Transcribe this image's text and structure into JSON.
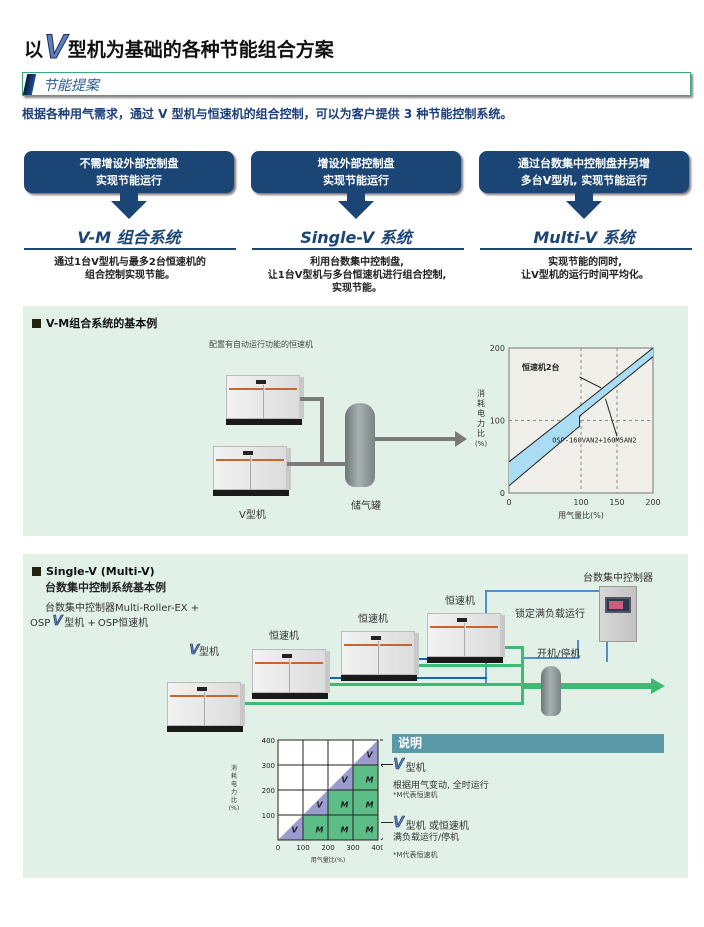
{
  "header": {
    "title_prefix": "以",
    "title_v": "V",
    "title_suffix": "型机为基础的各种节能组合方案",
    "section_label": "节能提案",
    "intro": "根据各种用气需求，通过 V 型机与恒速机的组合控制，可以为客户提供 3 种节能控制系统。"
  },
  "systems": [
    {
      "box_line1": "不需增设外部控制盘",
      "box_line2": "实现节能运行",
      "title": "V-M 组合系统",
      "desc_line1": "通过1台V型机与最多2台恒速机的",
      "desc_line2": "组合控制实现节能。",
      "desc_line3": ""
    },
    {
      "box_line1": "增设外部控制盘",
      "box_line2": "实现节能运行",
      "title": "Single-V 系统",
      "desc_line1": "利用台数集中控制盘,",
      "desc_line2": "让1台V型机与多台恒速机进行组合控制,",
      "desc_line3": "实现节能。"
    },
    {
      "box_line1": "通过台数集中控制盘并另增",
      "box_line2": "多台V型机, 实现节能运行",
      "title": "Multi-V 系统",
      "desc_line1": "实现节能的同时,",
      "desc_line2": "让V型机的运行时间平均化。",
      "desc_line3": ""
    }
  ],
  "vm_panel": {
    "heading": "V-M组合系统的基本例",
    "fixed_speed_note": "配置有自动运行功能的恒速机",
    "v_machine_label": "V型机",
    "tank_label": "储气罐"
  },
  "sv_panel": {
    "heading_line1": "Single-V (Multi-V)",
    "heading_line2": "台数集中控制系统基本例",
    "desc_line1": "台数集中控制器Multi-Roller-EX +",
    "desc_osp1": "OSP",
    "desc_v": "V",
    "desc_mid": "型机 +",
    "desc_osp2": "OSP恒速机",
    "v_machine_v": "V",
    "v_machine_label": "型机",
    "fixed_speed_labels": [
      "恒速机",
      "恒速机",
      "恒速机"
    ],
    "controller_label": "台数集中控制器",
    "lock_label": "锁定满负载运行",
    "start_stop_label": "开机/停机"
  },
  "legend": {
    "title": "说明",
    "item1_v": "V",
    "item1_label": "型机",
    "item1_desc": "根据用气变动, 全时运行",
    "item1_note": "*M代表恒速机",
    "item2_v": "V",
    "item2_label": "型机 或恒速机",
    "item2_desc": "满负载运行/停机",
    "item2_note": "*M代表恒速机"
  },
  "chart_data": [
    {
      "type": "area",
      "title": "",
      "xlabel": "用气量比(%)",
      "ylabel": "消耗电力比(%)",
      "xlim": [
        0,
        200
      ],
      "ylim": [
        0,
        200
      ],
      "xticks": [
        "0",
        "100",
        "150",
        "200"
      ],
      "yticks": [
        "0",
        "100",
        "200"
      ],
      "grid": "dashed at x=100,150 and y=100",
      "series": [
        {
          "name": "恒速机2台",
          "x": [
            0,
            100,
            200
          ],
          "y": [
            43,
            121,
            200
          ]
        },
        {
          "name": "OSP-160VAN2+160M5AN2",
          "x": [
            0,
            98,
            98,
            200
          ],
          "y": [
            10,
            92,
            106,
            188
          ]
        }
      ],
      "fill_color": "#aadcf4",
      "annotations": [
        "恒速机2台",
        "OSP-160VAN2+160M5AN2"
      ]
    },
    {
      "type": "heatmap",
      "xlabel": "用气量比(%)",
      "ylabel": "消耗电力比(%)",
      "xlim": [
        0,
        400
      ],
      "ylim": [
        0,
        400
      ],
      "xticks": [
        "0",
        "100",
        "200",
        "300",
        "400"
      ],
      "yticks": [
        "100",
        "200",
        "300",
        "400"
      ],
      "cells": [
        {
          "col": 1,
          "row": 1,
          "label": "V"
        },
        {
          "col": 2,
          "row": 1,
          "label": "M"
        },
        {
          "col": 3,
          "row": 1,
          "label": "M"
        },
        {
          "col": 4,
          "row": 1,
          "label": "M"
        },
        {
          "col": 2,
          "row": 2,
          "label": "V"
        },
        {
          "col": 3,
          "row": 2,
          "label": "M"
        },
        {
          "col": 4,
          "row": 2,
          "label": "M"
        },
        {
          "col": 3,
          "row": 3,
          "label": "V"
        },
        {
          "col": 4,
          "row": 3,
          "label": "M"
        },
        {
          "col": 4,
          "row": 4,
          "label": "V"
        }
      ],
      "colors": {
        "V": "#9b9bd0",
        "M": "#5dbd86"
      }
    }
  ]
}
